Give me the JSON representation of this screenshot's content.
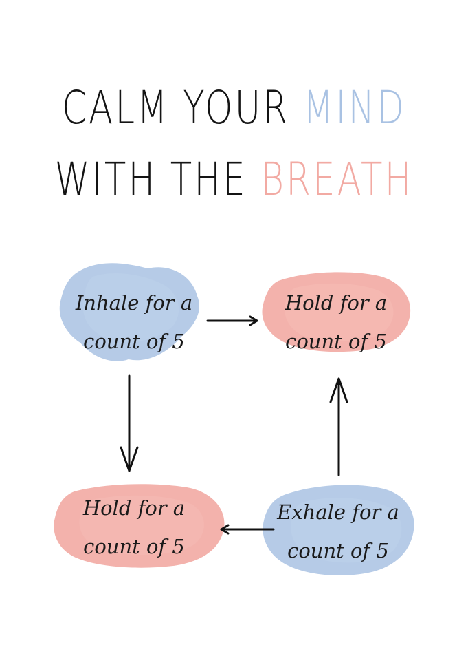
{
  "title": {
    "line1": {
      "part1": "CALM YOUR",
      "part2": "MIND"
    },
    "line2": {
      "part1": "WITH THE",
      "part2": "BREATH"
    }
  },
  "steps": [
    {
      "line1": "Inhale for a",
      "line2": "count of 5",
      "color": "#a9c2e3"
    },
    {
      "line1": "Hold for a",
      "line2": "count of 5",
      "color": "#f2aaa3"
    },
    {
      "line1": "Hold for a",
      "line2": "count of 5",
      "color": "#f2aaa3"
    },
    {
      "line1": "Exhale for a",
      "line2": "count of 5",
      "color": "#a9c2e3"
    }
  ],
  "colors": {
    "text": "#141414",
    "blue": "#a9c2e3",
    "pink": "#f2aaa3"
  }
}
